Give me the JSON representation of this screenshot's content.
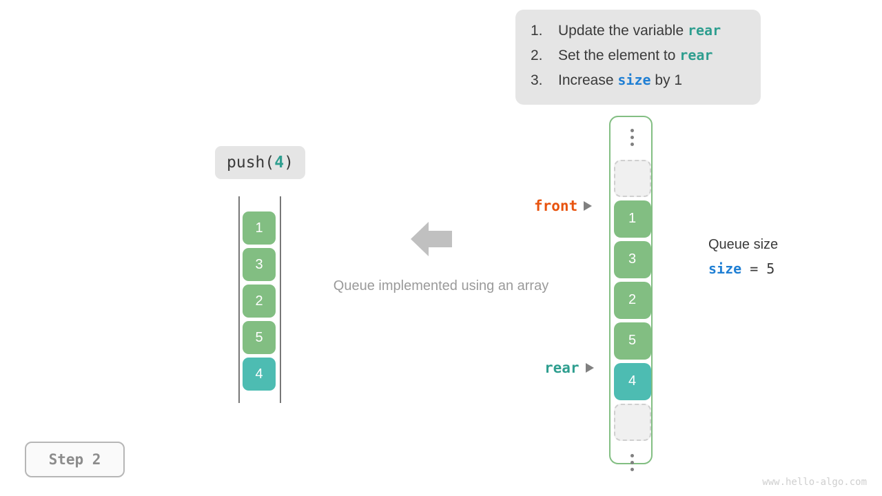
{
  "instructions": {
    "items": [
      {
        "num": "1.",
        "pre": "Update the variable ",
        "kw": "rear",
        "kw_kind": "rear",
        "post": ""
      },
      {
        "num": "2.",
        "pre": "Set the element to ",
        "kw": "rear",
        "kw_kind": "rear",
        "post": ""
      },
      {
        "num": "3.",
        "pre": "Increase ",
        "kw": "size",
        "kw_kind": "size",
        "post": " by 1"
      }
    ]
  },
  "operation": {
    "name": "push(",
    "arg": "4",
    "close": ")"
  },
  "left_array": {
    "cells": [
      {
        "value": "1",
        "state": "green"
      },
      {
        "value": "3",
        "state": "green"
      },
      {
        "value": "2",
        "state": "green"
      },
      {
        "value": "5",
        "state": "green"
      },
      {
        "value": "4",
        "state": "teal"
      }
    ]
  },
  "middle": {
    "caption": "Queue implemented using an array",
    "arrow_icon": "arrow-left-icon"
  },
  "right_array": {
    "slots": [
      {
        "kind": "dots",
        "value": ""
      },
      {
        "kind": "empty",
        "value": ""
      },
      {
        "kind": "green",
        "value": "1"
      },
      {
        "kind": "green",
        "value": "3"
      },
      {
        "kind": "green",
        "value": "2"
      },
      {
        "kind": "green",
        "value": "5"
      },
      {
        "kind": "teal",
        "value": "4"
      },
      {
        "kind": "empty",
        "value": ""
      },
      {
        "kind": "dots",
        "value": ""
      }
    ]
  },
  "pointers": {
    "front": "front",
    "rear": "rear"
  },
  "size_info": {
    "title": "Queue size",
    "var": "size",
    "expr": " = 5"
  },
  "step": {
    "label": "Step 2"
  },
  "watermark": {
    "text": "www.hello-algo.com"
  },
  "colors": {
    "green": "#82be82",
    "teal": "#4dbcb2",
    "orange": "#e8530e",
    "blue": "#1f7fd4",
    "panel": "#e5e5e5",
    "gray_text": "#9a9a9a"
  }
}
